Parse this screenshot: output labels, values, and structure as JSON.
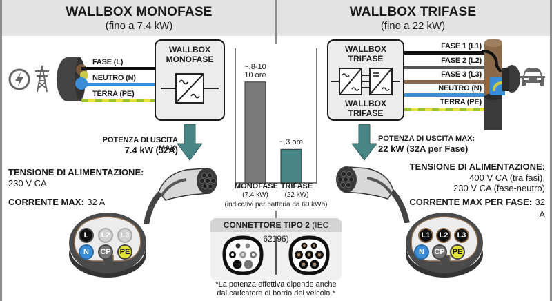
{
  "left": {
    "title": "WALLBOX MONOFASE",
    "subtitle": "(fino a 7.4 kW)",
    "wires": [
      {
        "label": "FASE (L)",
        "color": "#111111"
      },
      {
        "label": "NEUTRO (N)",
        "color": "#3b8ed6"
      },
      {
        "label": "TERRA (PE)",
        "color": "#9cc230"
      }
    ],
    "box_title_1": "WALLBOX",
    "box_title_2": "MONOFASE",
    "output_label": "POTENZA DI USCITA MAX:",
    "output_value": "7.4 kW (32A)",
    "voltage_label": "TENSIONE DI ALIMENTAZIONE:",
    "voltage_value": "230 V CA",
    "current_label": "CORRENTE MAX:",
    "current_value": "32 A",
    "pins": [
      "L",
      "L2",
      "L3",
      "N",
      "CP",
      "PE"
    ]
  },
  "right": {
    "title": "WALLBOX TRIFASE",
    "subtitle": "(fino a 22 kW)",
    "wires": [
      {
        "label": "FASE 1 (L1)",
        "color": "#111111"
      },
      {
        "label": "FASE 2 (L2)",
        "color": "#555555"
      },
      {
        "label": "FASE 3 (L3)",
        "color": "#8a6a4a"
      },
      {
        "label": "NEUTRO (N)",
        "color": "#3b8ed6"
      },
      {
        "label": "TERRA (PE)",
        "color": "#9cc230"
      }
    ],
    "box_title_1": "WALLBOX",
    "box_title_2": "TRIFASE",
    "box_bottom_1": "WALLBOX",
    "box_bottom_2": "TRIFASE",
    "output_label": "POTENZA DI USCITA MAX:",
    "output_value": "22 kW (32A per Fase)",
    "voltage_label": "TENSIONE DI ALIMENTAZIONE:",
    "voltage_value_1": "400 V CA (tra fasi),",
    "voltage_value_2": "230 V CA (fase-neutro)",
    "current_label": "CORRENTE MAX PER FASE:",
    "current_value": "32 A",
    "pins": [
      "L1",
      "L2",
      "L3",
      "N",
      "CP",
      "PE"
    ]
  },
  "chart_data": {
    "type": "bar",
    "title": "",
    "categories": [
      "MONOFASE",
      "TRIFASE"
    ],
    "category_sub": [
      "(7.4 kW)",
      "(22 kW)"
    ],
    "values": [
      9,
      3
    ],
    "value_labels_1": [
      "~.8-10",
      "~.3 ore"
    ],
    "value_labels_2": [
      "10 ore",
      ""
    ],
    "unit": "ore",
    "ylim": [
      0,
      12
    ],
    "colors": [
      "#7a7a7a",
      "#4a8585"
    ],
    "note": "(indicativi per batteria da 60 kWh)"
  },
  "connector": {
    "title_bold": "CONNETTORE TIPO 2",
    "title_normal": "(IEC 62196)",
    "footnote_1": "*La potenza effettiva dipende anche",
    "footnote_2": "dal caricatore di bordo del veicolo.*"
  },
  "colors": {
    "arrow": "#4a8585",
    "header_bg": "#e4e4e4",
    "neutral_blue": "#3b8ed6",
    "earth_yellow": "#e2e23a"
  }
}
